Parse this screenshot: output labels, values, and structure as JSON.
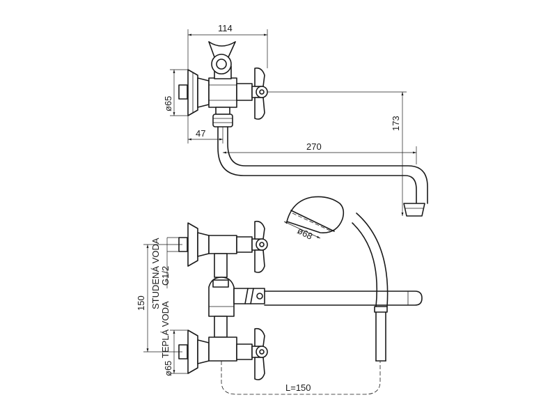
{
  "dimensions": {
    "top_width": "114",
    "top_flange_dia": "ø65",
    "top_offset": "47",
    "spout_reach": "270",
    "spout_height": "173",
    "shower_head_dia": "ø68",
    "centers": "150",
    "bottom_flange_dia": "ø65",
    "thread": "G1/2",
    "hose_length": "L=150"
  },
  "labels": {
    "cold_water": "STUDENÁ VODA",
    "hot_water": "TEPLÁ VODA"
  }
}
